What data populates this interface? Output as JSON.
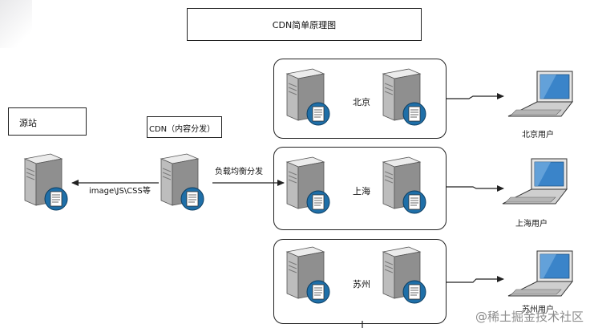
{
  "title": "CDN简单原理图",
  "origin_label": "源站",
  "cdn_label": "CDN（内容分发）",
  "arrow_origin_label": "image\\JS\\CSS等",
  "arrow_lb_label": "负载均衡分发",
  "regions": [
    {
      "node": "北京",
      "user": "北京用户"
    },
    {
      "node": "上海",
      "user": "上海用户"
    },
    {
      "node": "苏州",
      "user": "苏州用户"
    }
  ],
  "watermark": "@稀土掘金技术社区",
  "icons": {
    "server": "server-icon",
    "laptop": "laptop-icon",
    "document": "document-badge-icon"
  },
  "colors": {
    "server_light": "#d8d8d8",
    "server_dark": "#8a8a8a",
    "badge": "#1f6fa8",
    "line": "#222222"
  }
}
